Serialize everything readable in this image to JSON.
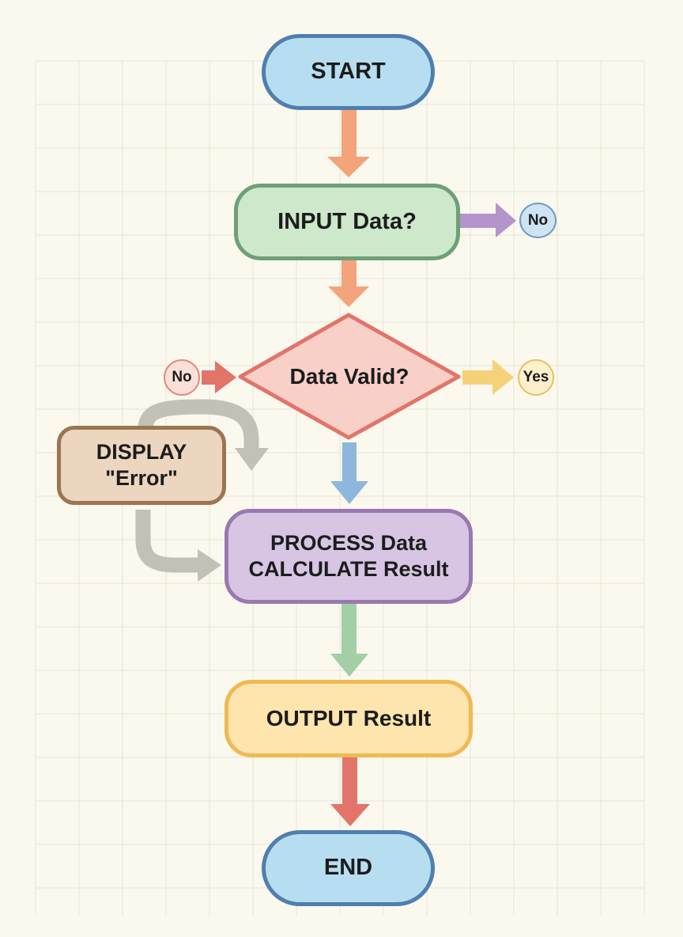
{
  "nodes": {
    "start": "START",
    "input": "INPUT Data?",
    "decision": "Data Valid?",
    "display": "DISPLAY\n\"Error\"",
    "process": "PROCESS Data\nCALCULATE Result",
    "output": "OUTPUT Result",
    "end": "END"
  },
  "labels": {
    "input_no": "No",
    "decision_no": "No",
    "decision_yes": "Yes"
  },
  "colors": {
    "background": "#fbf8ee",
    "grid": "#e7e3d7",
    "terminal_fill": "#b7def0",
    "input_fill": "#cde8cb",
    "decision_fill": "#f9d0c8",
    "process_fill": "#d8c5e3",
    "output_fill": "#fde5ad",
    "error_fill": "#ecd6bf",
    "arrow_orange": "#f3a47a",
    "arrow_purple": "#b594cc",
    "arrow_red": "#e2746a",
    "arrow_yellow": "#f5d27a",
    "arrow_blue": "#8db7dd",
    "arrow_green": "#a2cfa6",
    "arrow_gray": "#c3c0b6"
  }
}
